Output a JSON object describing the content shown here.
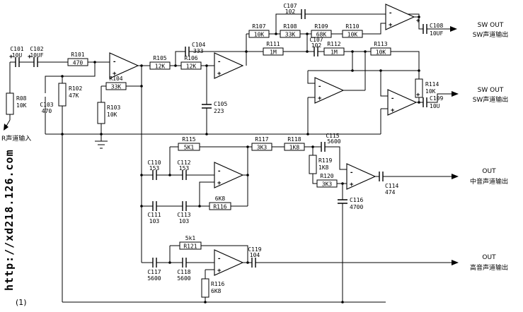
{
  "watermark": "http://xd218.126.com",
  "figure_number": "(1)",
  "symbols": {
    "plus": "+",
    "minus": "-"
  },
  "io": {
    "input": {
      "label": "R声道输入"
    },
    "sw_out_top": {
      "line1": "SW OUT",
      "line2": "SW声道输出"
    },
    "sw_out_bottom": {
      "line1": "SW OUT",
      "line2": "SW声道输出"
    },
    "mid_out": {
      "line1": "OUT",
      "line2": "中音声道输出"
    },
    "high_out": {
      "line1": "OUT",
      "line2": "高音声道输出"
    }
  },
  "components": {
    "R08": {
      "ref": "R08",
      "value": "10K"
    },
    "R101": {
      "ref": "R101",
      "value": "470"
    },
    "R102": {
      "ref": "R102",
      "value": "47K"
    },
    "R103": {
      "ref": "R103",
      "value": "10K"
    },
    "R104": {
      "ref": "R104",
      "value": "33K"
    },
    "R105": {
      "ref": "R105",
      "value": "12K"
    },
    "R106": {
      "ref": "R106",
      "value": "12K"
    },
    "R107": {
      "ref": "R107",
      "value": "10K"
    },
    "R108": {
      "ref": "R108",
      "value": "33K"
    },
    "R109": {
      "ref": "R109",
      "value": "68K"
    },
    "R110": {
      "ref": "R110",
      "value": "10K"
    },
    "R111": {
      "ref": "R111",
      "value": "1M"
    },
    "R112": {
      "ref": "R112",
      "value": "1M"
    },
    "R113": {
      "ref": "R113",
      "value": "10K"
    },
    "R114": {
      "ref": "R114",
      "value": "10K"
    },
    "R115": {
      "ref": "R115",
      "value": "5K1"
    },
    "R116m": {
      "ref": "R116",
      "value": "6K8"
    },
    "R116b": {
      "ref": "R116",
      "value": "6K8"
    },
    "R117": {
      "ref": "R117",
      "value": "3K3"
    },
    "R118": {
      "ref": "R118",
      "value": "1K8"
    },
    "R119": {
      "ref": "R119",
      "value": "1K8"
    },
    "R120": {
      "ref": "R120",
      "value": "3K3"
    },
    "R121": {
      "ref": "R121",
      "value": "5k1"
    },
    "C101": {
      "ref": "C101",
      "value": "10U"
    },
    "C102": {
      "ref": "C102",
      "value": "10UF"
    },
    "C103": {
      "ref": "C103",
      "value": "470"
    },
    "C104": {
      "ref": "C104",
      "value": "333"
    },
    "C105": {
      "ref": "C105",
      "value": "223"
    },
    "C107a": {
      "ref": "C107",
      "value": "102"
    },
    "C107b": {
      "ref": "C107",
      "value": "102"
    },
    "C108": {
      "ref": "C108",
      "value": "10UF"
    },
    "C109": {
      "ref": "C109",
      "value": "10U"
    },
    "C110": {
      "ref": "C110",
      "value": "153"
    },
    "C111": {
      "ref": "C111",
      "value": "103"
    },
    "C112": {
      "ref": "C112",
      "value": "153"
    },
    "C113": {
      "ref": "C113",
      "value": "103"
    },
    "C114": {
      "ref": "C114",
      "value": "474"
    },
    "C115": {
      "ref": "C115",
      "value": "5600"
    },
    "C116": {
      "ref": "C116",
      "value": "4700"
    },
    "C117": {
      "ref": "C117",
      "value": "5600"
    },
    "C118": {
      "ref": "C118",
      "value": "5600"
    },
    "C119": {
      "ref": "C119",
      "value": "104"
    }
  }
}
